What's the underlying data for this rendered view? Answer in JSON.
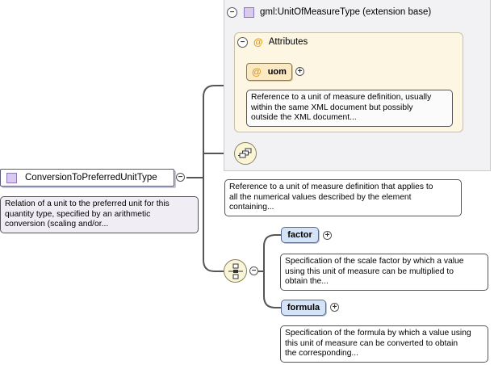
{
  "extension": {
    "title": "gml:UnitOfMeasureType (extension base)"
  },
  "attributes": {
    "title": "Attributes",
    "items": [
      {
        "name": "uom",
        "doc": [
          "Reference to a unit of measure definition, usually",
          "within the same XML document but possibly",
          "outside the XML document..."
        ]
      }
    ]
  },
  "base_doc": [
    "Reference to a unit of measure definition that applies to",
    "all the numerical values described by the element",
    "containing..."
  ],
  "root": {
    "name": "ConversionToPreferredUnitType",
    "doc": [
      "Relation of a unit to the preferred unit for this",
      "quantity type, specified by an arithmetic",
      "conversion (scaling and/or..."
    ]
  },
  "children": [
    {
      "name": "factor",
      "doc": [
        "Specification of the scale factor by which a value",
        "using this unit of measure can be multiplied to",
        "obtain the..."
      ]
    },
    {
      "name": "formula",
      "doc": [
        "Specification of the formula by which a value using",
        "this unit of measure can be converted to obtain",
        "the corresponding..."
      ]
    }
  ],
  "colors": {
    "extension_panel": "#f2f2f4",
    "attributes_panel": "#fdf6e3",
    "element_fill": "#d4e3f6",
    "attribute_fill": "#fbe9c4",
    "type_icon": "#d8c9ee"
  }
}
